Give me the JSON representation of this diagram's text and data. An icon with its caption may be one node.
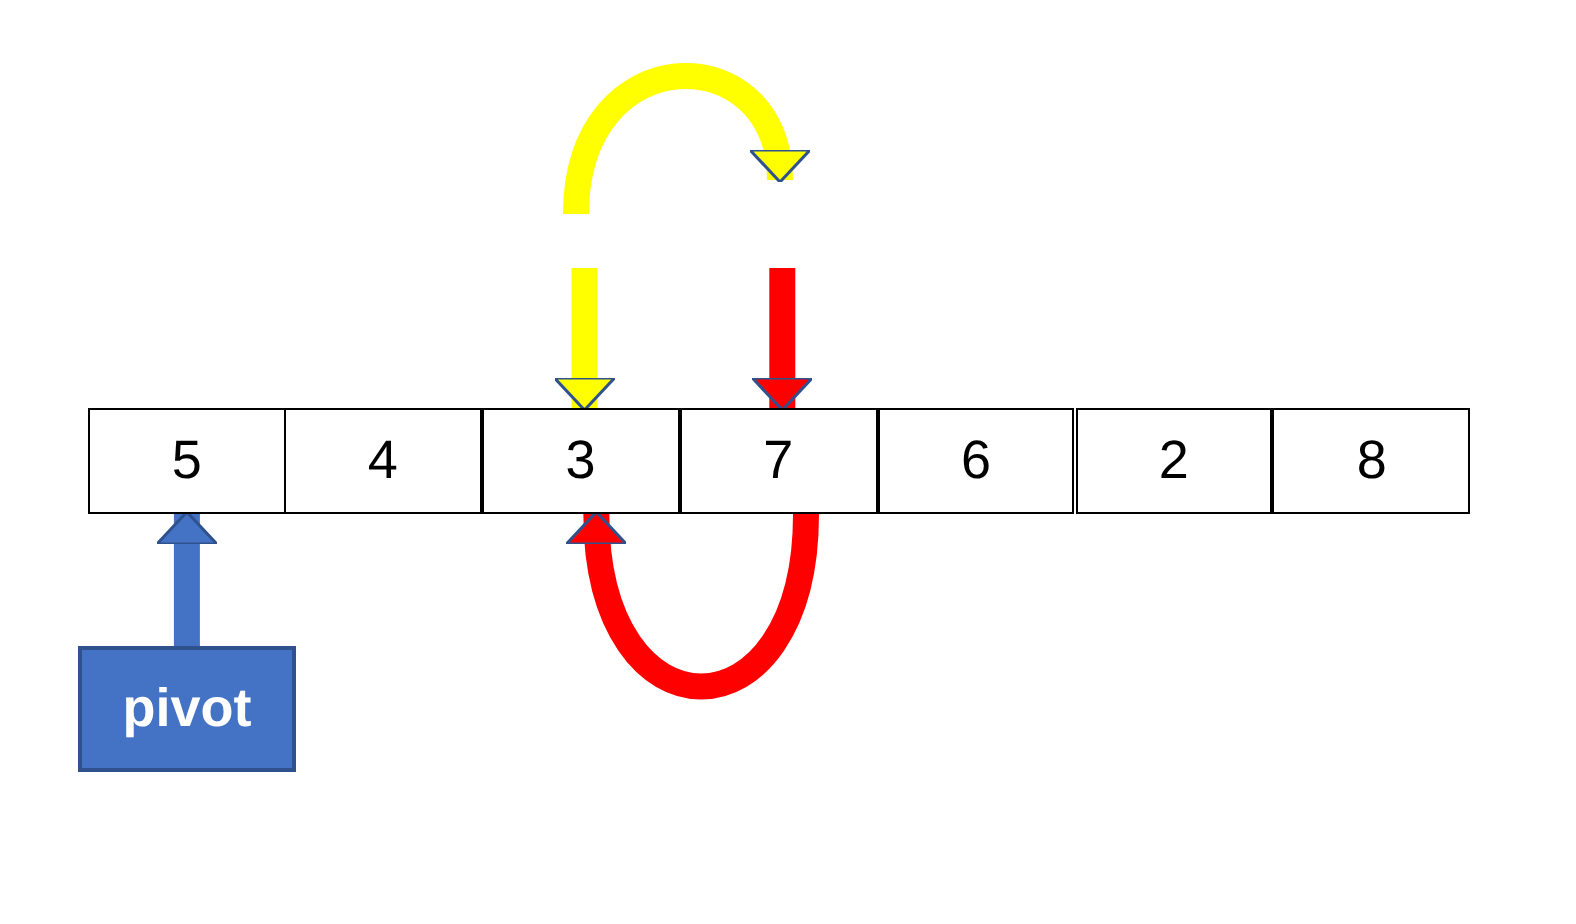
{
  "diagram": {
    "nodes": [
      {
        "text": [
          "5"
        ]
      },
      {
        "text": [
          "4"
        ]
      },
      {
        "text": [
          "3"
        ]
      },
      {
        "text": [
          "7"
        ]
      },
      {
        "text": [
          "6"
        ]
      },
      {
        "text": [
          "2"
        ]
      },
      {
        "text": [
          "8"
        ]
      },
      {
        "text": [
          "pivot"
        ]
      }
    ],
    "edges": [
      {
        "from": 7,
        "to": 0,
        "arrow": "to",
        "color": "#4472c4"
      },
      {
        "from": null,
        "to": 2,
        "arrow": "to",
        "color": "#ffff00"
      },
      {
        "from": null,
        "to": 3,
        "arrow": "to",
        "color": "#ff0000"
      },
      {
        "from": 3,
        "to": 2,
        "arrow": "to",
        "color": "#ff0000"
      }
    ]
  }
}
